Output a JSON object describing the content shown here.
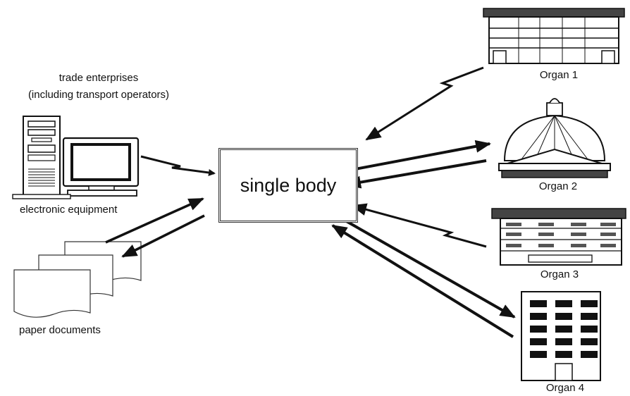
{
  "trade": {
    "line1": "trade enterprises",
    "line2": "(including transport operators)"
  },
  "equipment_label": "electronic equipment",
  "paper_label": "paper documents",
  "center_label": "single body",
  "organs": [
    {
      "label": "Organ 1"
    },
    {
      "label": "Organ 2"
    },
    {
      "label": "Organ 3"
    },
    {
      "label": "Organ 4"
    }
  ]
}
